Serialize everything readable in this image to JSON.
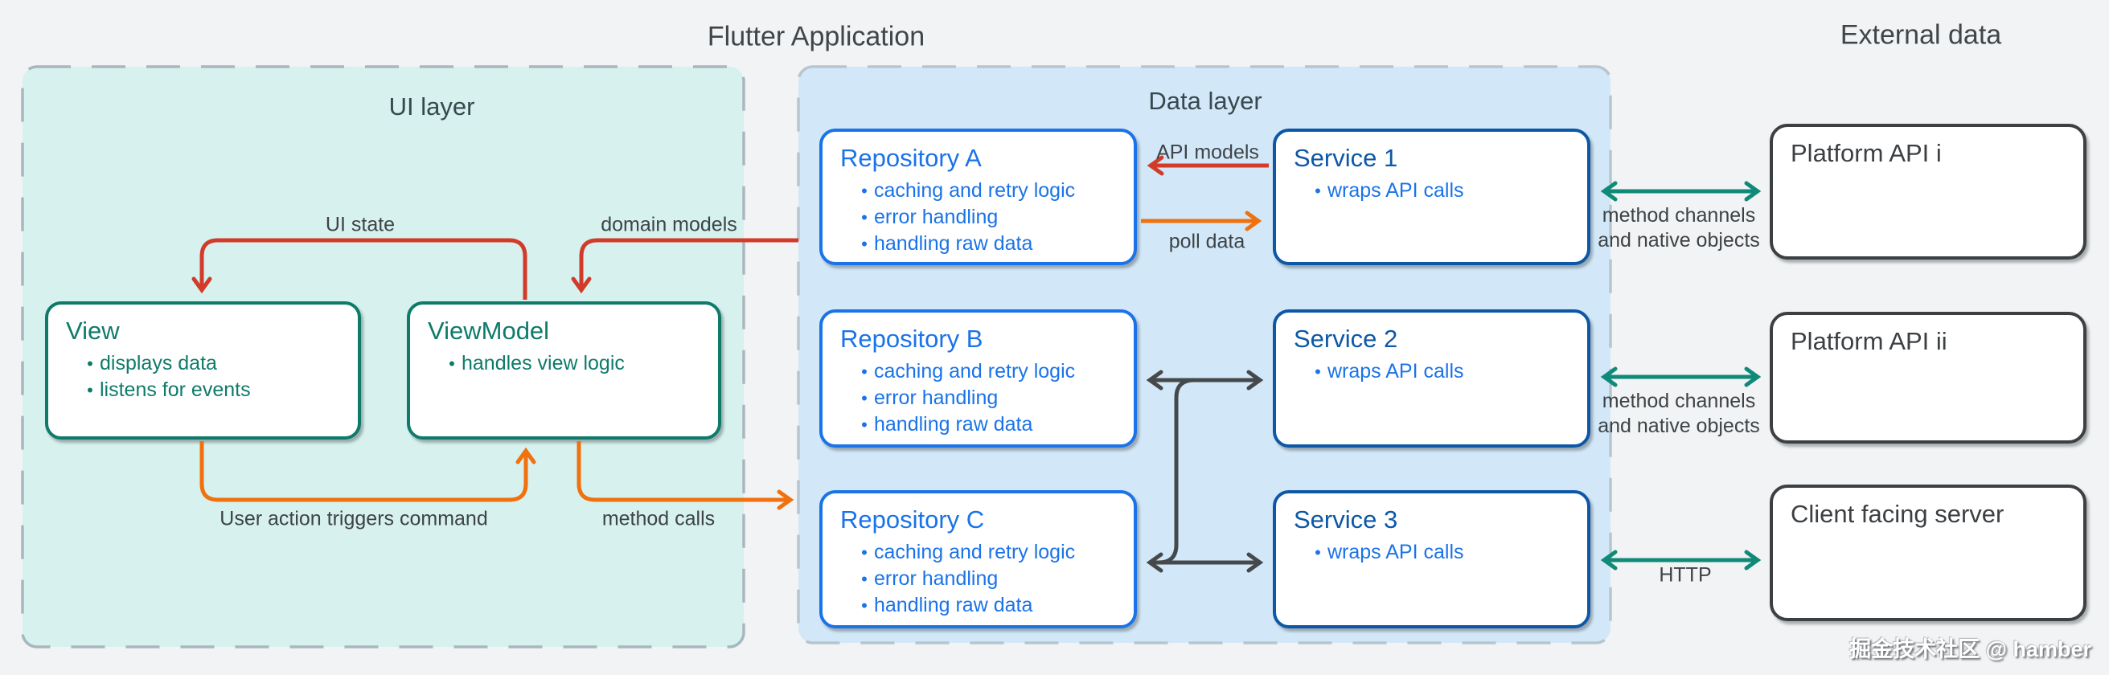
{
  "header": {
    "flutter_application": "Flutter Application",
    "external_data": "External data"
  },
  "ui_layer": {
    "label": "UI layer",
    "boxes": [
      {
        "title": "View",
        "bullets": [
          "displays data",
          "listens for events"
        ]
      },
      {
        "title": "ViewModel",
        "bullets": [
          "handles view logic"
        ]
      }
    ]
  },
  "data_layer": {
    "label": "Data layer",
    "repositories": [
      {
        "title": "Repository A",
        "bullets": [
          "caching and retry logic",
          "error handling",
          "handling raw data"
        ]
      },
      {
        "title": "Repository B",
        "bullets": [
          "caching and retry logic",
          "error handling",
          "handling raw data"
        ]
      },
      {
        "title": "Repository C",
        "bullets": [
          "caching and retry logic",
          "error handling",
          "handling raw data"
        ]
      }
    ],
    "services": [
      {
        "title": "Service 1",
        "bullets": [
          "wraps API calls"
        ]
      },
      {
        "title": "Service 2",
        "bullets": [
          "wraps API calls"
        ]
      },
      {
        "title": "Service 3",
        "bullets": [
          "wraps API calls"
        ]
      }
    ]
  },
  "external": {
    "boxes": [
      {
        "title": "Platform API i"
      },
      {
        "title": "Platform API ii"
      },
      {
        "title": "Client facing server"
      }
    ]
  },
  "edge_labels": {
    "ui_state": "UI state",
    "domain_models": "domain models",
    "user_action": "User action triggers command",
    "method_calls": "method calls",
    "api_models": "API models",
    "poll_data": "poll data",
    "method_channels": {
      "line1": "method channels",
      "line2": "and native objects"
    },
    "http": "HTTP"
  },
  "watermark": {
    "text": "掘金技术社区 @ hamber"
  },
  "colors": {
    "page_bg": "#f1f3f4",
    "ui_panel_bg": "#d6f1ee",
    "data_panel_bg": "#d2e8f8",
    "panel_dash": "#a9b7bd",
    "red_arrow": "#d23b2a",
    "orange_arrow": "#f0710e",
    "dark_arrow": "#45494b",
    "teal_arrow": "#108a78",
    "view_accent": "#0e7b6a",
    "repository_accent": "#1a73e8",
    "service_accent": "#0d57a7",
    "external_accent": "#3c4043"
  }
}
